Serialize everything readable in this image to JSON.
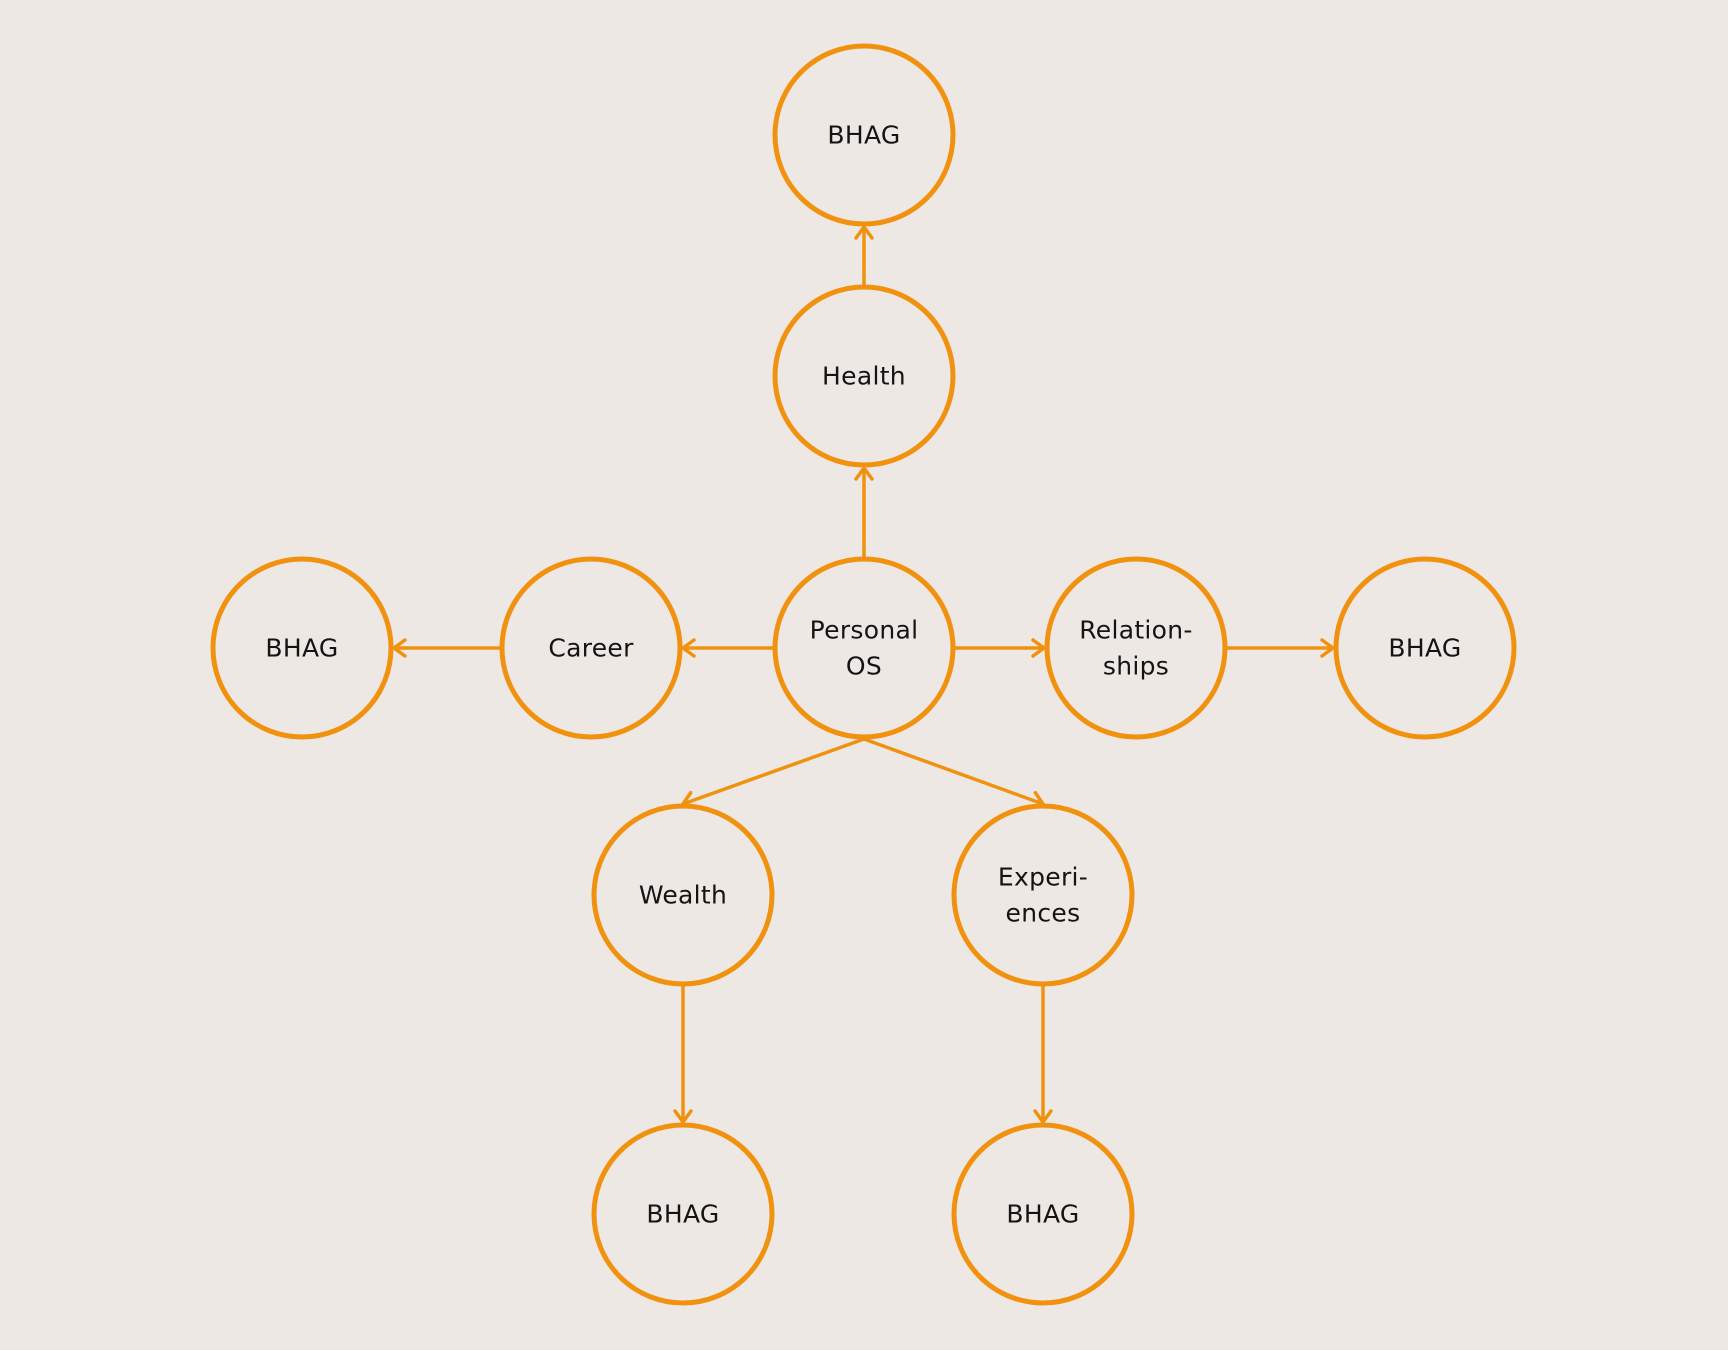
{
  "theme": {
    "background": "#ede8e4",
    "accent": "#f0920f",
    "text": "#141414"
  },
  "diagram": {
    "nodes": [
      {
        "id": "center",
        "lines": [
          "Personal",
          "OS"
        ]
      },
      {
        "id": "health",
        "lines": [
          "Health"
        ]
      },
      {
        "id": "health-bhag",
        "lines": [
          "BHAG"
        ]
      },
      {
        "id": "career",
        "lines": [
          "Career"
        ]
      },
      {
        "id": "career-bhag",
        "lines": [
          "BHAG"
        ]
      },
      {
        "id": "relationships",
        "lines": [
          "Relation-",
          "ships"
        ]
      },
      {
        "id": "relationships-bhag",
        "lines": [
          "BHAG"
        ]
      },
      {
        "id": "wealth",
        "lines": [
          "Wealth"
        ]
      },
      {
        "id": "wealth-bhag",
        "lines": [
          "BHAG"
        ]
      },
      {
        "id": "experiences",
        "lines": [
          "Experi-",
          "ences"
        ]
      },
      {
        "id": "experiences-bhag",
        "lines": [
          "BHAG"
        ]
      }
    ],
    "edges": [
      {
        "from": "center",
        "to": "health"
      },
      {
        "from": "health",
        "to": "health-bhag"
      },
      {
        "from": "center",
        "to": "career"
      },
      {
        "from": "career",
        "to": "career-bhag"
      },
      {
        "from": "center",
        "to": "relationships"
      },
      {
        "from": "relationships",
        "to": "relationships-bhag"
      },
      {
        "from": "center",
        "to": "wealth"
      },
      {
        "from": "wealth",
        "to": "wealth-bhag"
      },
      {
        "from": "center",
        "to": "experiences"
      },
      {
        "from": "experiences",
        "to": "experiences-bhag"
      }
    ]
  }
}
